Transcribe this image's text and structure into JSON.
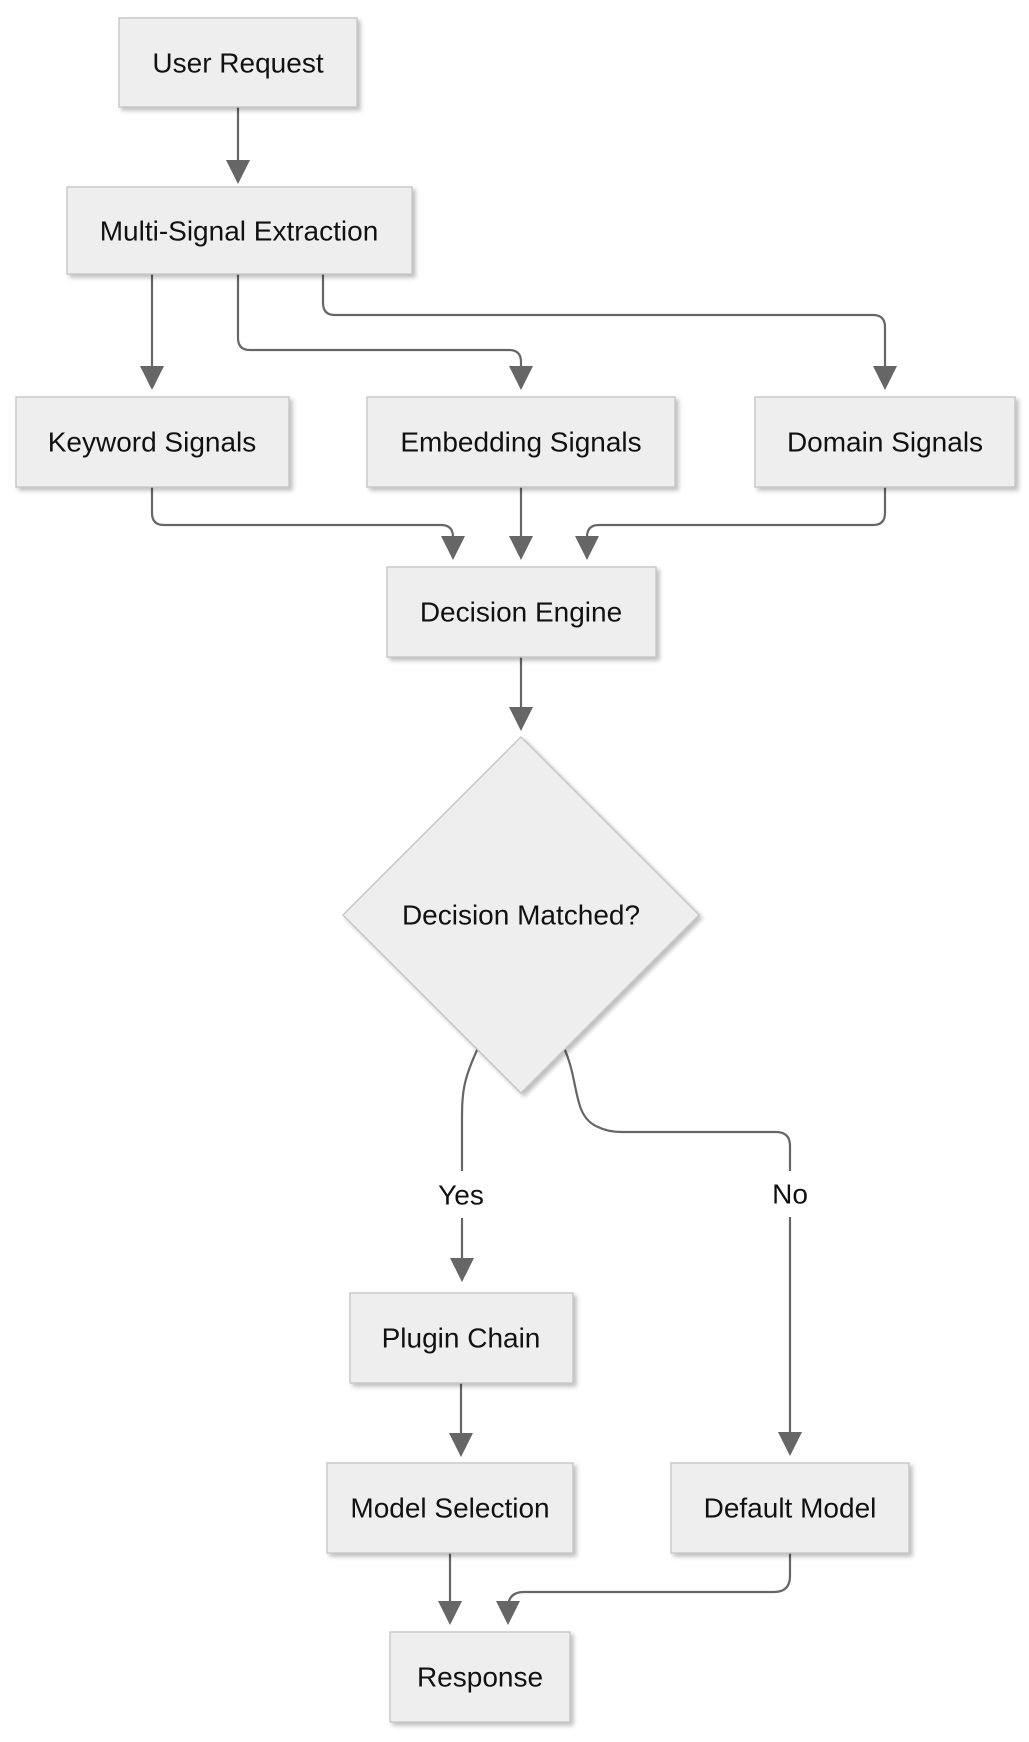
{
  "diagram_type": "flowchart",
  "background": "#ffffff",
  "colors": {
    "node_fill": "#eeeeee",
    "node_border": "#c7c7c7",
    "edge_line": "#666666",
    "arrowhead": "#666666",
    "text": "#111111"
  },
  "nodes": [
    {
      "id": "user-request",
      "label": "User Request",
      "shape": "rect"
    },
    {
      "id": "multi-signal-extraction",
      "label": "Multi-Signal Extraction",
      "shape": "rect"
    },
    {
      "id": "keyword-signals",
      "label": "Keyword Signals",
      "shape": "rect"
    },
    {
      "id": "embedding-signals",
      "label": "Embedding Signals",
      "shape": "rect"
    },
    {
      "id": "domain-signals",
      "label": "Domain Signals",
      "shape": "rect"
    },
    {
      "id": "decision-engine",
      "label": "Decision Engine",
      "shape": "rect"
    },
    {
      "id": "decision-matched",
      "label": "Decision Matched?",
      "shape": "diamond"
    },
    {
      "id": "plugin-chain",
      "label": "Plugin Chain",
      "shape": "rect"
    },
    {
      "id": "model-selection",
      "label": "Model Selection",
      "shape": "rect"
    },
    {
      "id": "default-model",
      "label": "Default Model",
      "shape": "rect"
    },
    {
      "id": "response",
      "label": "Response",
      "shape": "rect"
    }
  ],
  "edges": [
    {
      "from": "user-request",
      "to": "multi-signal-extraction",
      "label": ""
    },
    {
      "from": "multi-signal-extraction",
      "to": "keyword-signals",
      "label": ""
    },
    {
      "from": "multi-signal-extraction",
      "to": "embedding-signals",
      "label": ""
    },
    {
      "from": "multi-signal-extraction",
      "to": "domain-signals",
      "label": ""
    },
    {
      "from": "keyword-signals",
      "to": "decision-engine",
      "label": ""
    },
    {
      "from": "embedding-signals",
      "to": "decision-engine",
      "label": ""
    },
    {
      "from": "domain-signals",
      "to": "decision-engine",
      "label": ""
    },
    {
      "from": "decision-engine",
      "to": "decision-matched",
      "label": ""
    },
    {
      "from": "decision-matched",
      "to": "plugin-chain",
      "label": "Yes"
    },
    {
      "from": "decision-matched",
      "to": "default-model",
      "label": "No"
    },
    {
      "from": "plugin-chain",
      "to": "model-selection",
      "label": ""
    },
    {
      "from": "model-selection",
      "to": "response",
      "label": ""
    },
    {
      "from": "default-model",
      "to": "response",
      "label": ""
    }
  ]
}
